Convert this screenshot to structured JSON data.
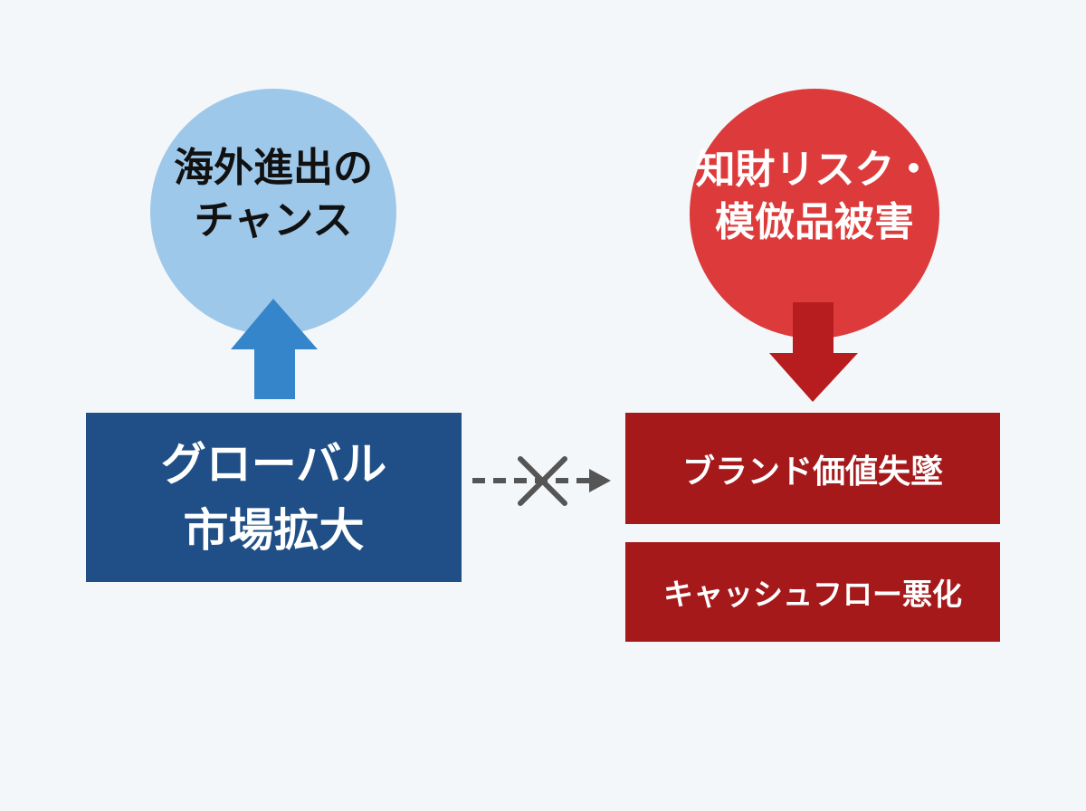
{
  "diagram": {
    "opportunity_circle": {
      "text": "海外進出の\nチャンス"
    },
    "risk_circle": {
      "text": "知財リスク・\n模倣品被害"
    },
    "global_box": {
      "text": "グローバル\n市場拡大"
    },
    "brand_box": {
      "text": "ブランド価値失墜"
    },
    "cashflow_box": {
      "text": "キャッシュフロー悪化"
    },
    "colors": {
      "background": "#f4f7fa",
      "opportunity_circle": "#9ec8ea",
      "up_arrow": "#3485c9",
      "global_box": "#1f4f86",
      "risk_circle": "#dd3b3b",
      "down_arrow": "#b71d1f",
      "outcome_boxes": "#a5191b",
      "connector": "#555555"
    },
    "icons": {
      "up_arrow": "up-arrow-icon",
      "down_arrow": "down-arrow-icon",
      "blocked_connector": "blocked-dashed-arrow-icon",
      "cross": "cross-mark-icon"
    }
  }
}
